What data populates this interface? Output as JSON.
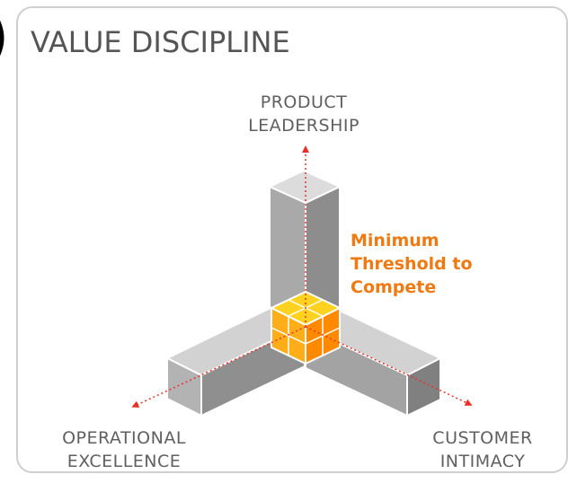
{
  "edge_glyph": ")",
  "title": "VALUE DISCIPLINE",
  "axes": {
    "product_leadership": [
      "PRODUCT",
      "LEADERSHIP"
    ],
    "operational_excellence": [
      "OPERATIONAL",
      "EXCELLENCE"
    ],
    "customer_intimacy": [
      "CUSTOMER",
      "INTIMACY"
    ]
  },
  "threshold_label": [
    "Minimum",
    "Threshold to",
    "Compete"
  ],
  "colors": {
    "axis_arrow": "#e8302a",
    "threshold_text": "#f07a12",
    "cube_top": "#ffd21f",
    "cube_left": "#ffb01a",
    "cube_right": "#ff8a00",
    "bar_light": "#d9d9d9",
    "bar_mid": "#bdbdbd",
    "bar_dark": "#8e8e8e",
    "text": "#606060"
  }
}
